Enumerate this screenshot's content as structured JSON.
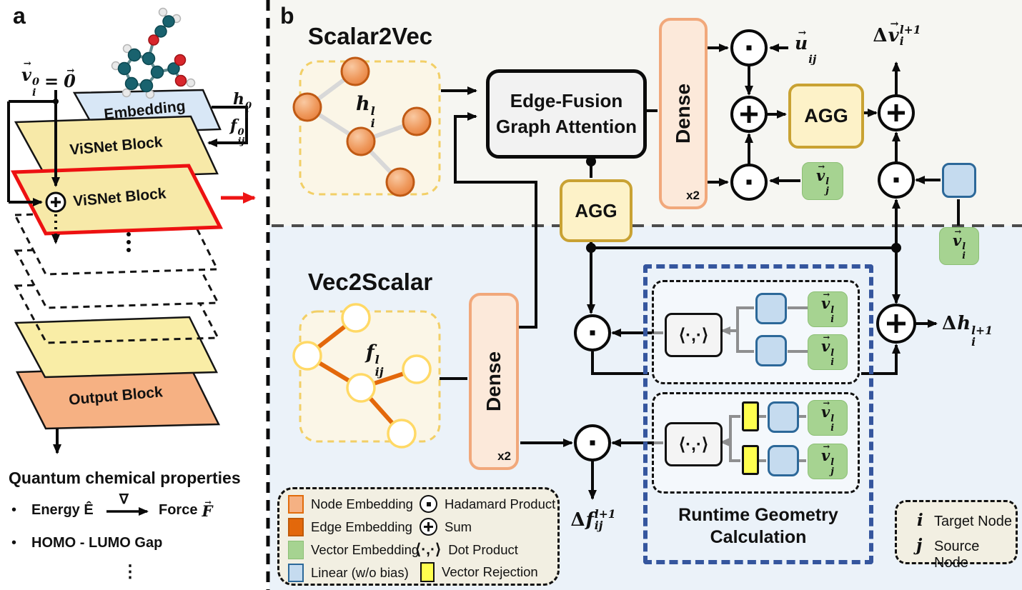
{
  "symbols": {
    "vec_arrow": "→",
    "bullet_char": "•",
    "ellipsis_v": "⋮"
  },
  "colors": {
    "red_accent": "#ee1414",
    "node_orange": "#ec8c50",
    "edge_orange": "#e3680b",
    "vector_green": "#a6d391",
    "linear_blue": "#c5dbef",
    "rejection_yellow": "#ffff4f",
    "agg_yellow": "#fdf2c8",
    "dense_peach": "#fce9da",
    "runtime_border_blue": "#35569e",
    "embedding_blue": "#d8e7f6",
    "visnet_yellow": "#f7e9a8",
    "output_orange": "#f6b183"
  },
  "panel_a": {
    "tag": "a",
    "formula": {
      "lhs": {
        "base": "v",
        "vec": true,
        "sup": "0",
        "sub": "i"
      },
      "eq": "=",
      "rhs": {
        "base": "0",
        "vec": true
      }
    },
    "embedding_label": "Embedding",
    "visnet_block_label": "ViSNet Block",
    "output_block_label": "Output Block",
    "h0": {
      "base": "h",
      "sup": "0",
      "sub": "i"
    },
    "f0": {
      "base": "f",
      "sup": "0",
      "sub": "ij"
    },
    "properties_title": "Quantum chemical properties",
    "bullet1": {
      "pre": "Energy Ê",
      "nabla": "∇",
      "post": "Force",
      "force": {
        "base": "F",
        "vec": true
      }
    },
    "bullet2": "HOMO - LUMO Gap"
  },
  "panel_b": {
    "tag": "b",
    "scalar2vec": {
      "title": "Scalar2Vec",
      "node_feature": {
        "base": "h",
        "sup": "l",
        "sub": "i"
      }
    },
    "vec2scalar": {
      "title": "Vec2Scalar",
      "edge_feature": {
        "base": "f",
        "sup": "l",
        "sub": "ij"
      }
    },
    "edge_fusion": {
      "line1": "Edge-Fusion",
      "line2": "Graph Attention"
    },
    "dense_label": "Dense",
    "dense_mult": "x2",
    "agg_label": "AGG",
    "u_ij": {
      "base": "u",
      "vec": true,
      "sub": "ij"
    },
    "v_j": {
      "base": "v",
      "vec": true,
      "sup": "l",
      "sub": "j"
    },
    "v_i": {
      "base": "v",
      "vec": true,
      "sup": "l",
      "sub": "i"
    },
    "delta_v": {
      "pre": "Δ",
      "base": "v",
      "vec": true,
      "sup": "l+1",
      "sub": "i"
    },
    "delta_h": {
      "pre": "Δ",
      "base": "h",
      "sup": "l+1",
      "sub": "i"
    },
    "delta_f": {
      "pre": "Δ",
      "base": "f",
      "sup": "l+1",
      "sub": "ij"
    },
    "dot_product_symbol": "⟨·,·⟩",
    "runtime_box": {
      "line1": "Runtime Geometry",
      "line2": "Calculation"
    },
    "legend": {
      "items": [
        {
          "label": "Node Embedding"
        },
        {
          "label": "Edge Embedding"
        },
        {
          "label": "Vector Embedding"
        },
        {
          "label": "Linear (w/o bias)"
        },
        {
          "label": "Hadamard Product"
        },
        {
          "label": "Sum"
        },
        {
          "label": "Dot Product"
        },
        {
          "label": "Vector Rejection"
        }
      ]
    },
    "node_legend": {
      "i": "i",
      "i_label": "Target Node",
      "j": "j",
      "j_label": "Source Node"
    }
  }
}
